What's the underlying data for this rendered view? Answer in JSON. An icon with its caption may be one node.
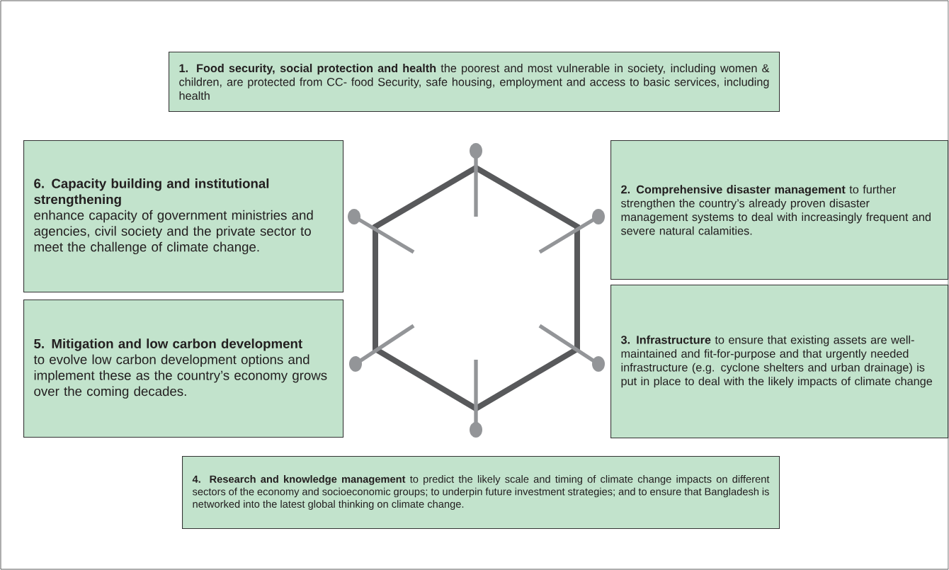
{
  "diagram": {
    "nodes": [
      {
        "text": [
          "**1. Food security, social protection and health** the poorest and most vulnerable in society, including women & children, are protected from CC- food Security, safe housing, employment and access to basic services, including health"
        ]
      },
      {
        "text": [
          "**2. Comprehensive disaster management** to further strengthen the country’s already proven disaster management systems to deal with increasingly frequent and severe natural calamities."
        ]
      },
      {
        "text": [
          "**3. Infrastructure** to ensure that existing assets are well-maintained and fit-for-purpose and that urgently needed infrastructure (e.g. cyclone shelters and urban drainage) is put in place to deal with the likely impacts of climate change"
        ]
      },
      {
        "text": [
          "**4. Research and knowledge management** to predict the likely scale and timing of climate change impacts on different sectors of the economy and socioeconomic groups; to underpin future investment strategies; and to ensure that Bangladesh is networked into the latest global thinking on climate change."
        ]
      },
      {
        "text": [
          "**5. Mitigation and low carbon development** to evolve low carbon development options and implement these as the country’s economy grows over the coming decades."
        ]
      },
      {
        "text": [
          "6. Capacity building and institutional strengthening",
          "enhance capacity of government ministries and agencies, civil society and the private sector to meet the challenge of climate change."
        ]
      }
    ]
  }
}
